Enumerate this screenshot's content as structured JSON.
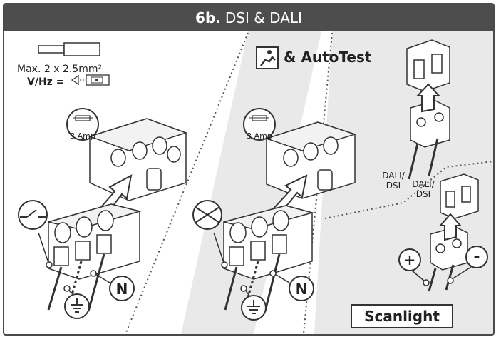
{
  "title": {
    "bold": "6b.",
    "rest": "DSI & DALI"
  },
  "spec": {
    "max_cable": "Max. 2 x 2.5mm²",
    "vhz": "V/Hz ="
  },
  "fuse_label": "3 Amp",
  "autotest_label": "& AutoTest",
  "neutral_label": "N",
  "dali_label_1": "DALI/\nDSI",
  "dali_label_2": "DALI/\nDSI",
  "polarity": {
    "plus": "+",
    "minus": "-"
  },
  "brand_label": "Scanlight",
  "colors": {
    "title_bar": "#4d4d4d",
    "panel_shade": "#e8e8e8",
    "line": "#333333"
  },
  "icons": [
    "cable-icon",
    "vhz-symbol-icon",
    "fuse-icon",
    "switch-icon",
    "emergency-exit-icon",
    "earth-icon",
    "neutral-icon"
  ]
}
